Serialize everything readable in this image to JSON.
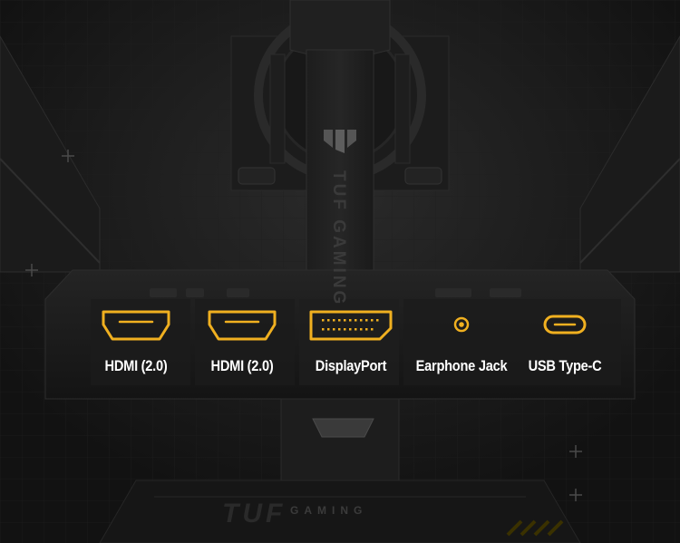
{
  "colors": {
    "accent": "#f0b020",
    "background": "#151515",
    "label": "#ffffff"
  },
  "brand": {
    "vertical_text": "TUF GAMING",
    "bottom_logo": "TUF",
    "bottom_subtitle": "GAMING"
  },
  "ports": [
    {
      "label": "HDMI (2.0)",
      "icon": "hdmi-port-icon"
    },
    {
      "label": "HDMI (2.0)",
      "icon": "hdmi-port-icon"
    },
    {
      "label": "DisplayPort",
      "icon": "displayport-icon"
    },
    {
      "label": "Earphone Jack",
      "icon": "earphone-jack-icon"
    },
    {
      "label": "USB Type-C",
      "icon": "usb-c-port-icon"
    }
  ]
}
